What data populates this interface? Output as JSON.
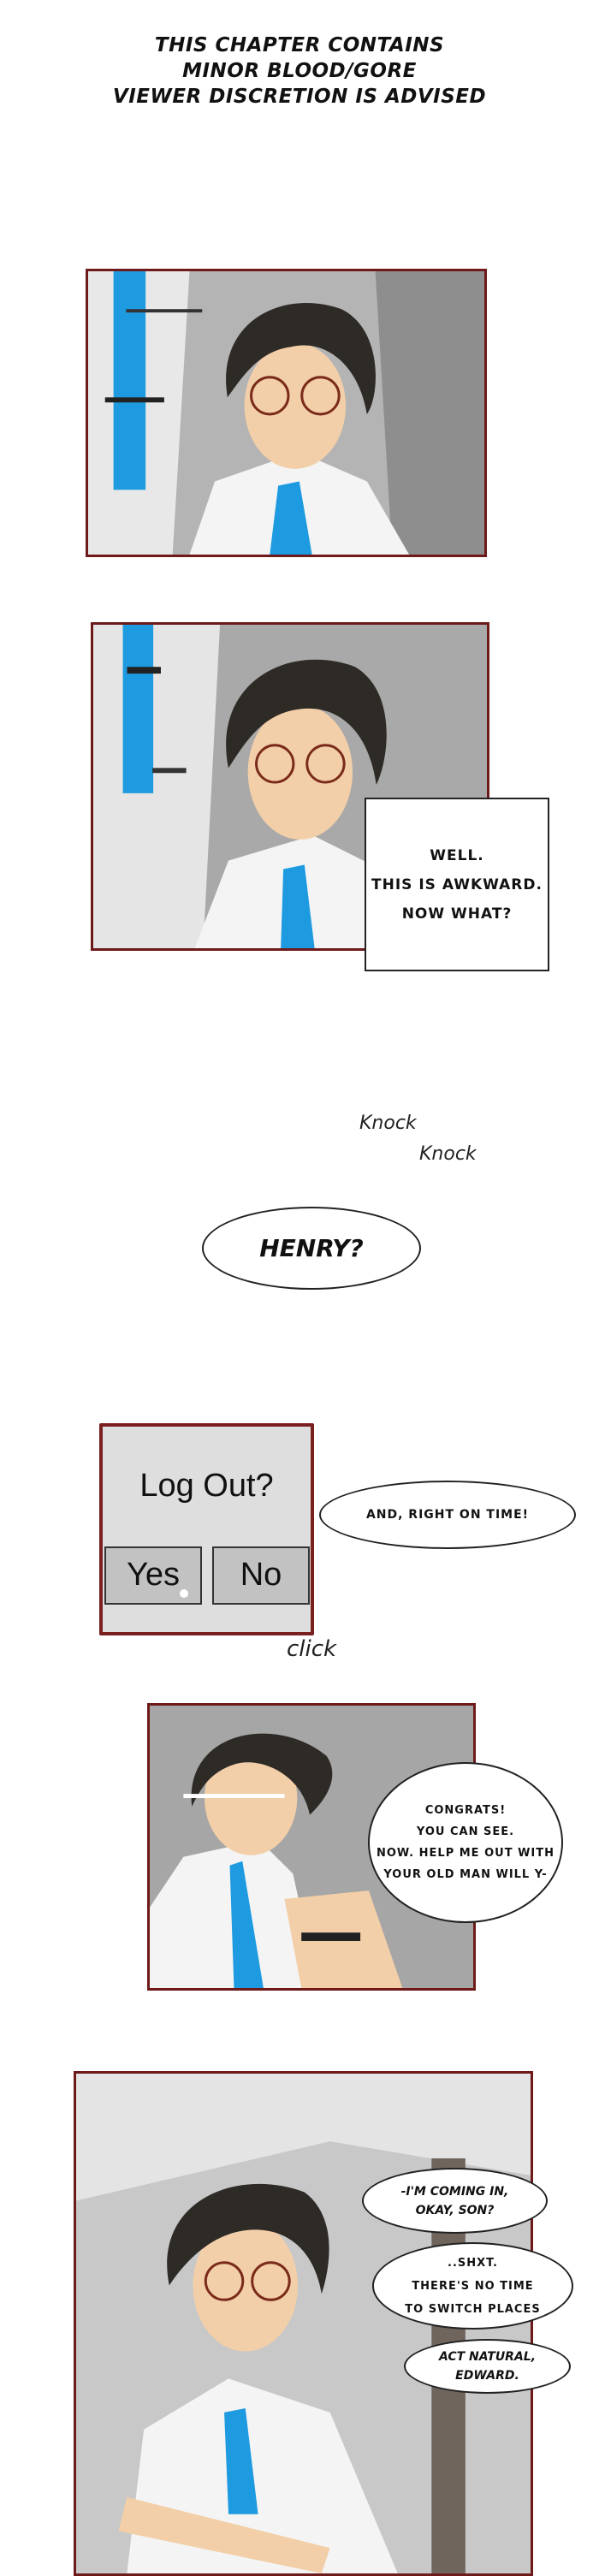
{
  "warning": {
    "lines": [
      "THIS CHAPTER CONTAINS",
      "MINOR BLOOD/GORE",
      "VIEWER DISCRETION IS ADVISED"
    ]
  },
  "panel2_caption": {
    "lines": [
      "WELL.",
      "THIS IS AWKWARD.",
      "NOW WHAT?"
    ]
  },
  "sfx": {
    "knock1": "Knock",
    "knock2": "Knock",
    "click": "click"
  },
  "henry_bubble": "HENRY?",
  "logout_dialog": {
    "title": "Log Out?",
    "yes_label": "Yes",
    "no_label": "No"
  },
  "right_on_time_bubble": "AND, RIGHT ON TIME!",
  "panel4_bubble": {
    "lines": [
      "CONGRATS!",
      "YOU CAN SEE.",
      "NOW. HELP ME OUT WITH",
      "YOUR OLD MAN WILL Y-"
    ]
  },
  "panel5_bubbles": {
    "coming_in": [
      "-I'M COMING IN,",
      "OKAY, SON?"
    ],
    "shxt": [
      "..SHXT.",
      "THERE'S NO TIME",
      "TO SWITCH PLACES"
    ],
    "act_natural": [
      "ACT NATURAL,",
      "EDWARD."
    ]
  },
  "colors": {
    "panel_border": "#6e1a1a",
    "tie_blue": "#1e9be0",
    "hair": "#2e2a26",
    "dialog_bg": "#dedede"
  }
}
